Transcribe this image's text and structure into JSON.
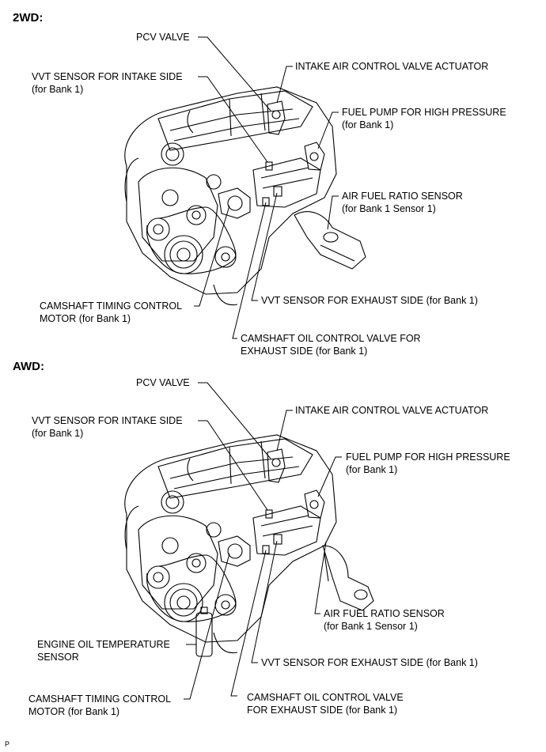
{
  "figure_code": "P",
  "sections": [
    {
      "title": "2WD:",
      "labels": {
        "pcv_valve": [
          "PCV VALVE"
        ],
        "vvt_intake": [
          "VVT SENSOR FOR INTAKE SIDE",
          "(for Bank 1)"
        ],
        "intake_air": [
          "INTAKE AIR CONTROL VALVE ACTUATOR"
        ],
        "fuel_pump": [
          "FUEL PUMP FOR HIGH PRESSURE",
          "(for Bank 1)"
        ],
        "af_sensor": [
          "AIR FUEL RATIO SENSOR",
          "(for Bank 1 Sensor 1)"
        ],
        "cam_motor": [
          "CAMSHAFT TIMING CONTROL",
          "MOTOR (for Bank 1)"
        ],
        "vvt_exhaust": [
          "VVT SENSOR FOR EXHAUST SIDE (for Bank 1)"
        ],
        "ocv_exhaust": [
          "CAMSHAFT OIL CONTROL VALVE FOR",
          "EXHAUST SIDE (for Bank 1)"
        ]
      }
    },
    {
      "title": "AWD:",
      "labels": {
        "pcv_valve": [
          "PCV VALVE"
        ],
        "vvt_intake": [
          "VVT SENSOR FOR INTAKE SIDE",
          "(for Bank 1)"
        ],
        "intake_air": [
          "INTAKE AIR CONTROL VALVE ACTUATOR"
        ],
        "fuel_pump": [
          "FUEL PUMP FOR HIGH PRESSURE",
          "(for Bank 1)"
        ],
        "af_sensor": [
          "AIR FUEL RATIO SENSOR",
          "(for Bank 1 Sensor 1)"
        ],
        "oil_temp": [
          "ENGINE OIL TEMPERATURE",
          "SENSOR"
        ],
        "vvt_exhaust": [
          "VVT SENSOR FOR EXHAUST SIDE (for Bank 1)"
        ],
        "cam_motor": [
          "CAMSHAFT TIMING CONTROL",
          "MOTOR (for Bank 1)"
        ],
        "ocv_exhaust": [
          "CAMSHAFT OIL CONTROL VALVE",
          "FOR EXHAUST SIDE (for Bank 1)"
        ]
      }
    }
  ]
}
